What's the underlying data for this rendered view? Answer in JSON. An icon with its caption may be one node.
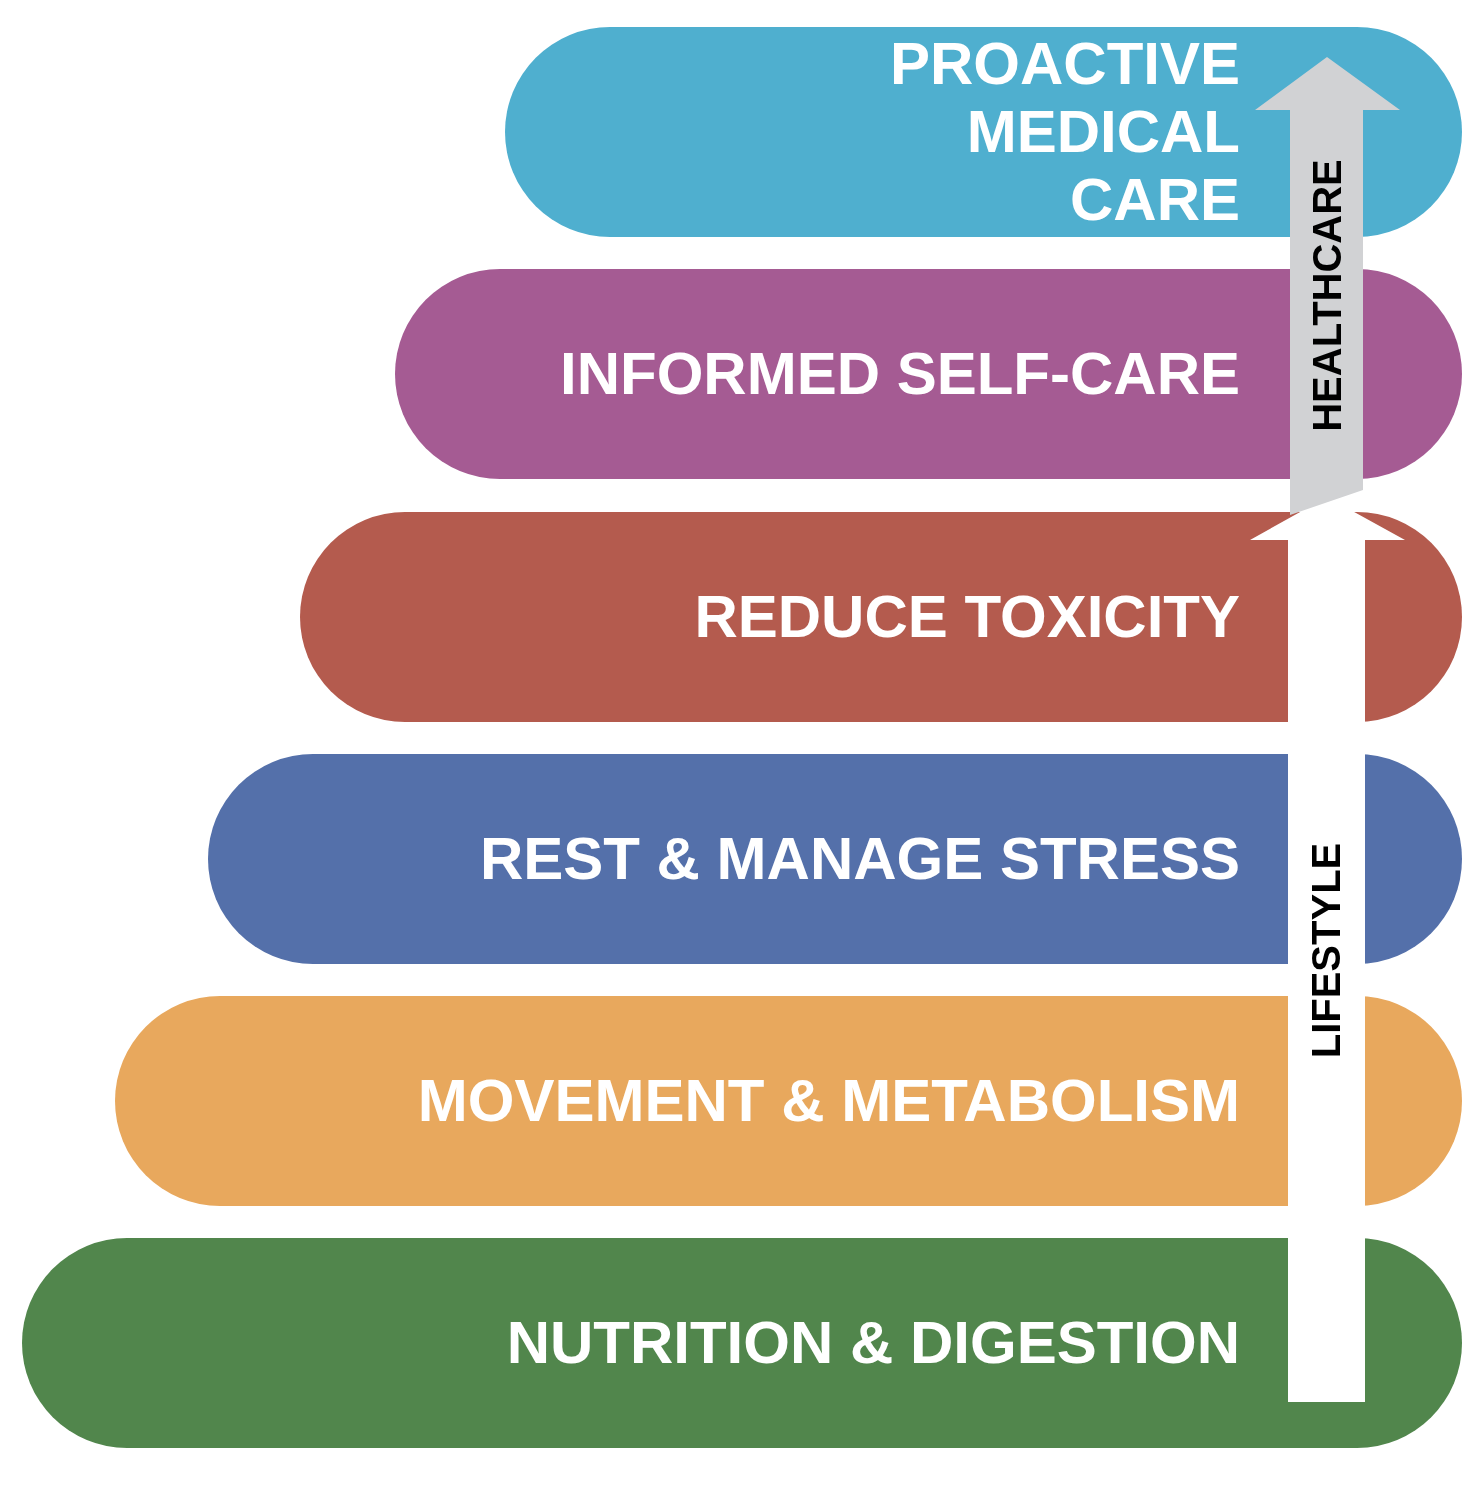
{
  "diagram": {
    "nodes": [
      {
        "text": [
          "PROACTIVE MEDICAL CARE"
        ]
      },
      {
        "text": [
          "INFORMED SELF-CARE"
        ]
      },
      {
        "text": [
          "REDUCE TOXICITY"
        ]
      },
      {
        "text": [
          "REST & MANAGE STRESS"
        ]
      },
      {
        "text": [
          "MOVEMENT & METABOLISM"
        ]
      },
      {
        "text": [
          "NUTRITION & DIGESTION"
        ]
      }
    ],
    "edges": [],
    "labels": [
      "HEALTHCARE",
      "LIFESTYLE"
    ]
  }
}
